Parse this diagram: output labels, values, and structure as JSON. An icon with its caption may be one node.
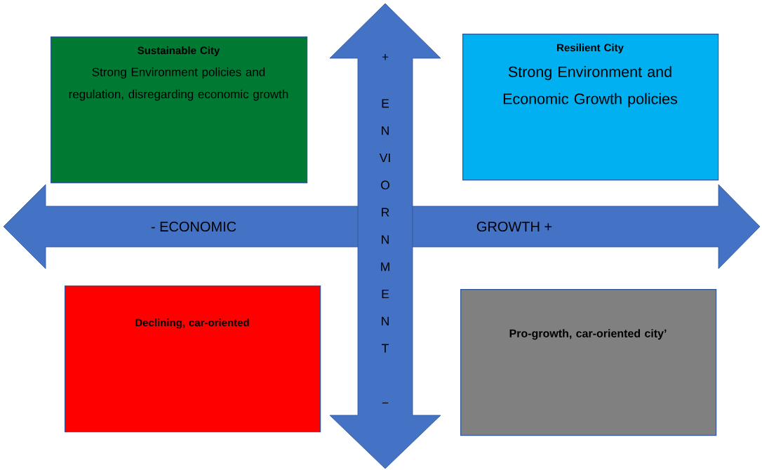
{
  "diagram": {
    "nodes": [
      {
        "text": [
          "Sustainable City",
          "Strong Environment policies and regulation, disregarding economic growth"
        ]
      },
      {
        "text": [
          "Resilient City",
          "Strong Environment and Economic Growth policies"
        ]
      },
      {
        "text": [
          "- ECONOMIC",
          "GROWTH +"
        ]
      },
      {
        "text": [
          "+",
          "E N VI O R N M E N T",
          "−"
        ]
      },
      {
        "text": [
          "Declining, car-oriented"
        ]
      },
      {
        "text": [
          "Pro-growth, car-oriented city’"
        ]
      }
    ]
  }
}
